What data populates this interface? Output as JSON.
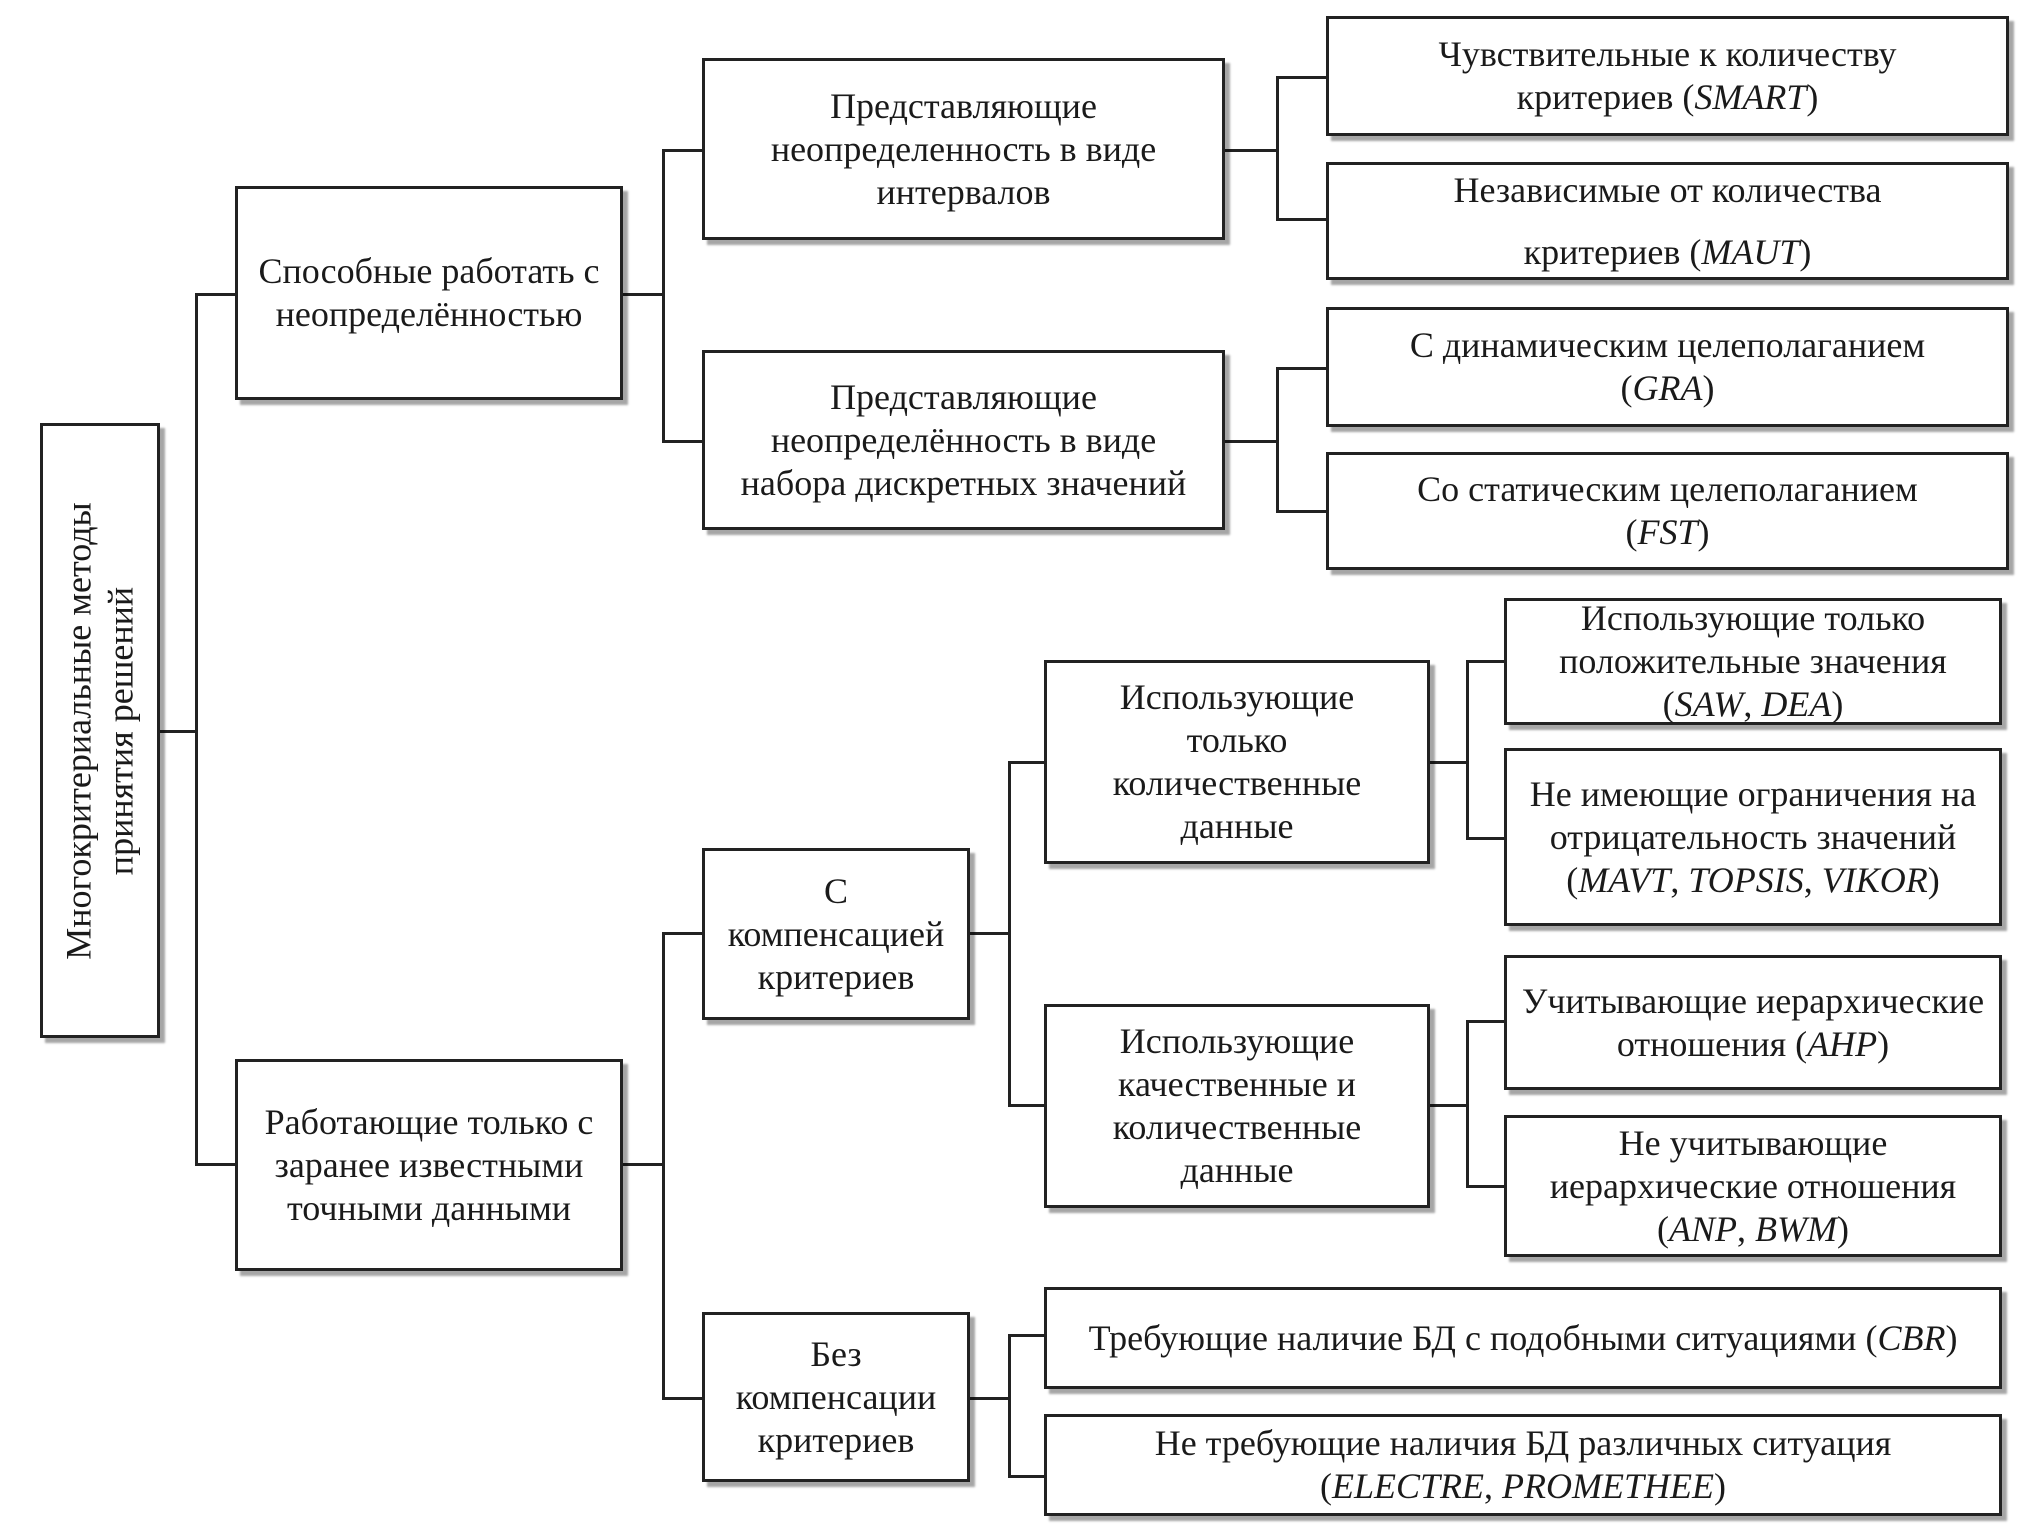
{
  "root": {
    "text": "Многокритериальные методы принятия решений",
    "line1": "Многокритериальные методы",
    "line2": "принятия решений"
  },
  "uncertainty": {
    "label": "Способные работать с неопределённостью",
    "intervals": {
      "label": "Представляющие неопределенность в виде интервалов",
      "smart": "Чувствительные к количеству критериев (SMART)",
      "maut": "Независимые от количества критериев (MAUT)"
    },
    "discrete": {
      "label": "Представляющие неопределённость в виде набора дискретных значений",
      "gra": "С динамическим целеполаганием (GRA)",
      "fst": "Со статическим целеполаганием (FST)"
    }
  },
  "exact": {
    "label": "Работающие только с заранее известными точными данными",
    "compensation": {
      "label": "С компенсацией критериев",
      "quantitative": {
        "label": "Использующие только количественные данные",
        "positive": "Использующие только положительные значения (SAW, DEA)",
        "unrestricted": "Не имеющие ограничения на отрицательность значений (MAVT, TOPSIS, VIKOR)"
      },
      "qualitative": {
        "label": "Использующие качественные и количественные данные",
        "ahp": "Учитывающие иерархические отношения (AHP)",
        "anp": "Не учитывающие иерархические отношения (ANP, BWM)"
      }
    },
    "no_compensation": {
      "label": "Без компенсации критериев",
      "cbr": "Требующие наличие БД с подобными ситуациями (CBR)",
      "electre": "Не требующие наличия БД различных ситуация (ELECTRE, PROMETHEE)"
    }
  }
}
